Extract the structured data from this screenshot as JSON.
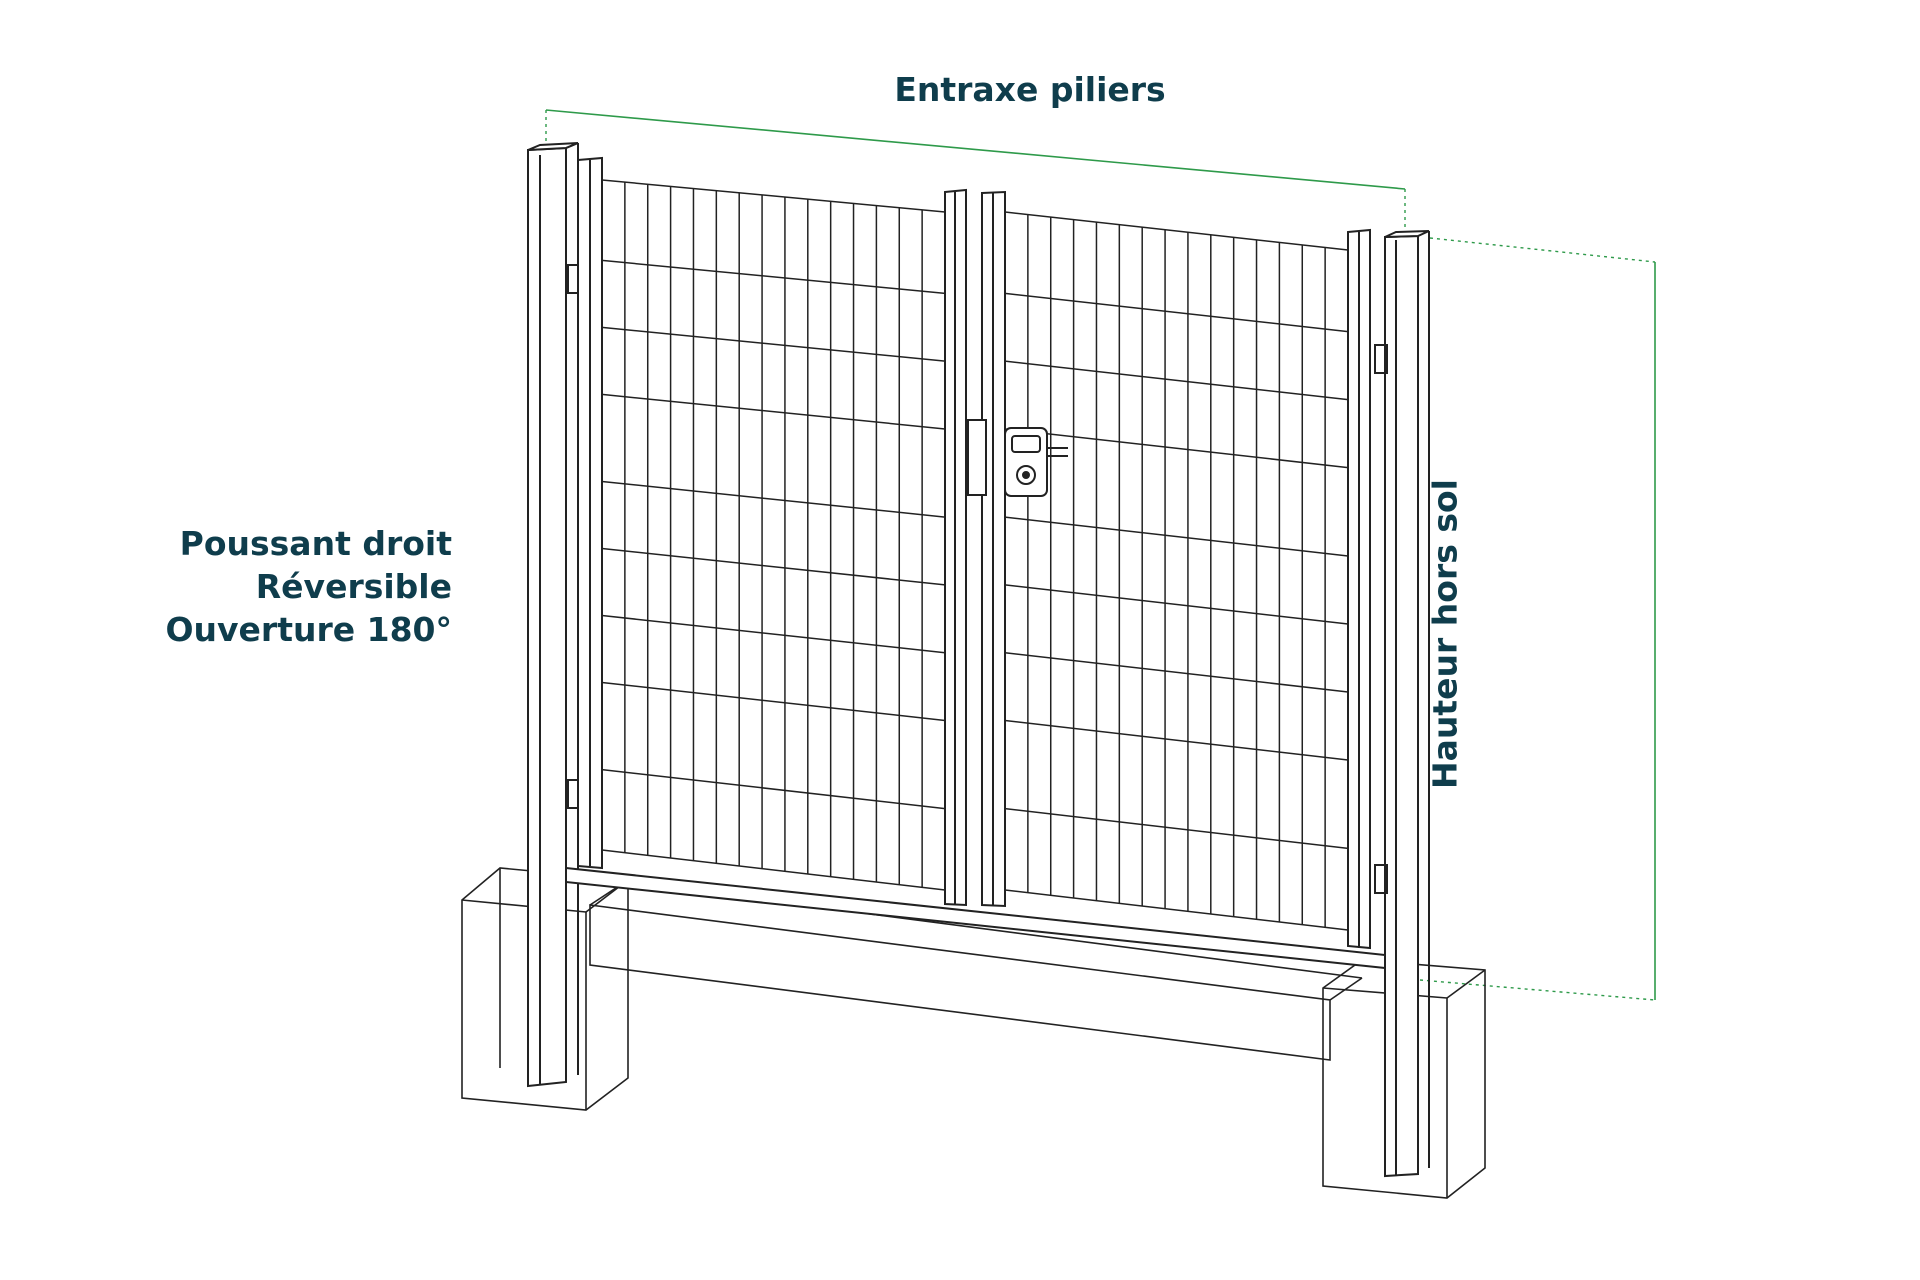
{
  "labels": {
    "top": "Entraxe piliers",
    "left_lines": [
      "Poussant droit",
      "Réversible",
      "Ouverture 180°"
    ],
    "right": "Hauteur hors sol"
  },
  "colors": {
    "text": "#0f3d4c",
    "dimension_line": "#2e9a4a",
    "drawing": "#222222",
    "background": "#ffffff"
  }
}
